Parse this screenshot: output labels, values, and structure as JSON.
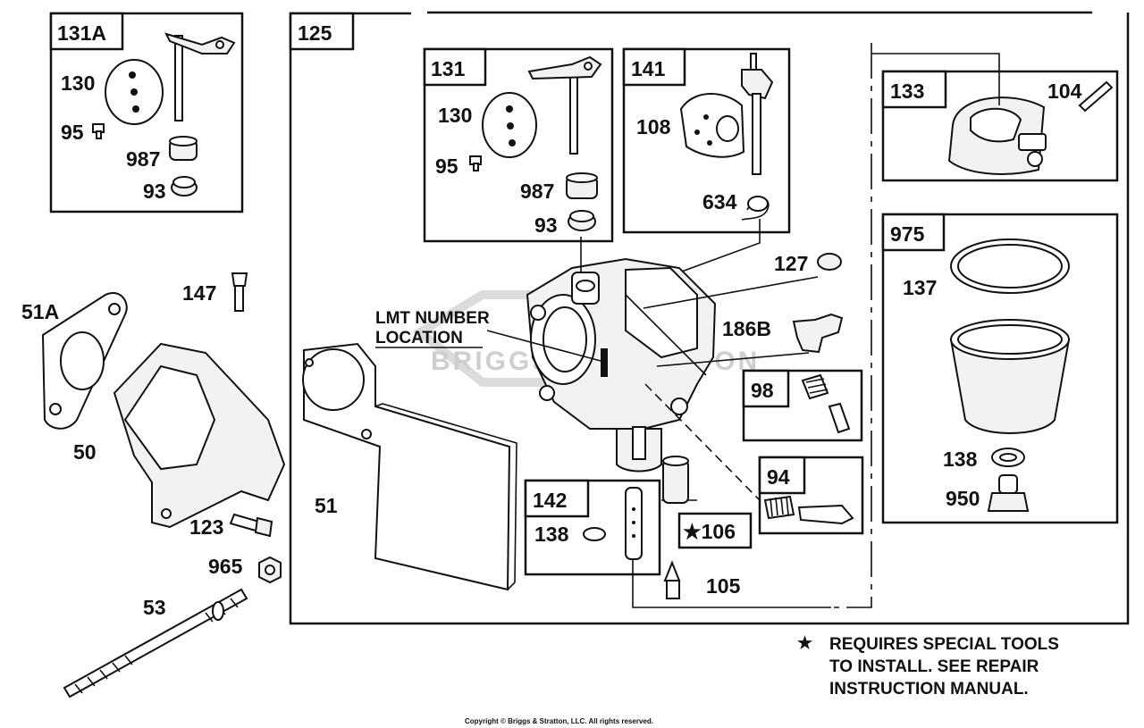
{
  "group_labels": {
    "g131a": "131A",
    "g125": "125",
    "g131": "131",
    "g141": "141",
    "g133": "133",
    "g975": "975",
    "g98": "98",
    "g94": "94",
    "g142": "142"
  },
  "part_labels": {
    "p130_a": "130",
    "p95_a": "95",
    "p987_a": "987",
    "p93_a": "93",
    "p130_b": "130",
    "p95_b": "95",
    "p987_b": "987",
    "p93_b": "93",
    "p108": "108",
    "p634": "634",
    "p104": "104",
    "p137": "137",
    "p138_r": "138",
    "p950": "950",
    "p127": "127",
    "p186b": "186B",
    "p106": "★106",
    "p138_l": "138",
    "p105": "105",
    "p51": "51",
    "p51a": "51A",
    "p147": "147",
    "p50": "50",
    "p123": "123",
    "p965": "965",
    "p53": "53"
  },
  "lmt_note": {
    "line1": "LMT NUMBER",
    "line2": "LOCATION"
  },
  "watermark": "BRIGGS & STRATTON",
  "special_tools_note": {
    "star": "★",
    "line1": "REQUIRES SPECIAL TOOLS",
    "line2": "TO INSTALL.  SEE REPAIR",
    "line3": "INSTRUCTION MANUAL."
  },
  "copyright": "Copyright © Briggs & Stratton, LLC. All rights reserved."
}
